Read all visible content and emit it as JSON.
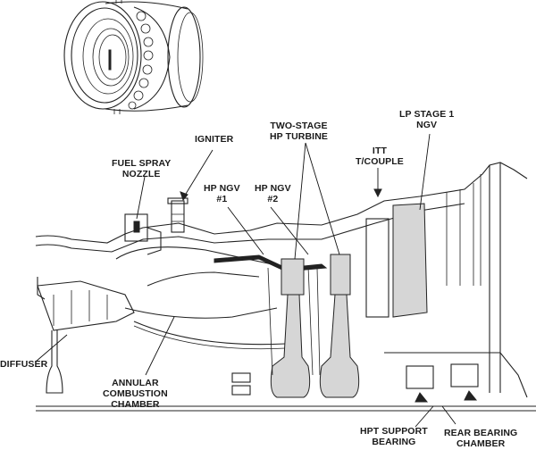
{
  "diagram": {
    "title": "Gas turbine engine hot section cross-section",
    "labels": {
      "igniter": "IGNITER",
      "fuel_spray_nozzle": "FUEL SPRAY\nNOZZLE",
      "hp_ngv_1": "HP NGV\n#1",
      "hp_ngv_2": "HP NGV\n#2",
      "two_stage_hp_turbine": "TWO-STAGE\nHP TURBINE",
      "itt_tcouple": "ITT\nT/COUPLE",
      "lp_stage_1_ngv": "LP STAGE 1\nNGV",
      "diffuser": "DIFFUSER",
      "annular_combustion_chamber": "ANNULAR\nCOMBUSTION\nCHAMBER",
      "hpt_support_bearing": "HPT SUPPORT\nBEARING",
      "rear_bearing_chamber": "REAR BEARING\nCHAMBER"
    },
    "inset": "combustion-chamber-isometric-view"
  }
}
